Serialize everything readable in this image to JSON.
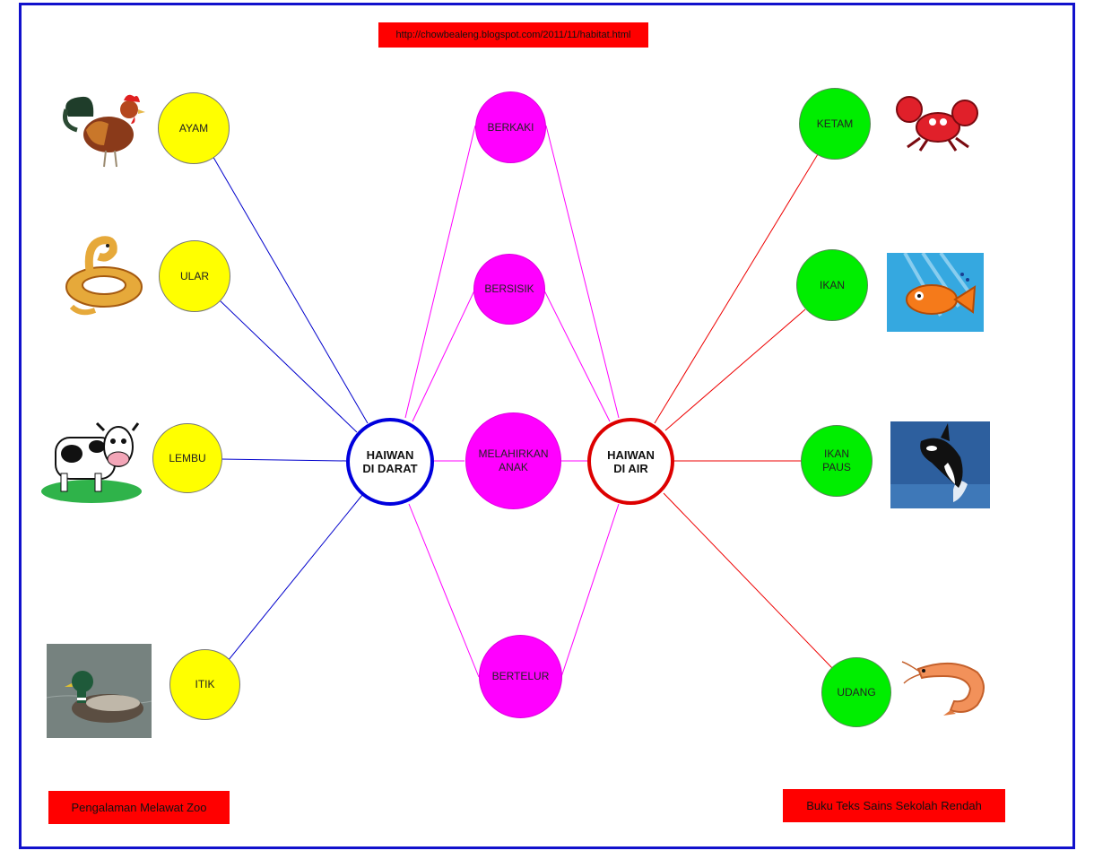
{
  "header_url": "http://chowbealeng.blogspot.com/2011/11/habitat.html",
  "hubs": {
    "land": {
      "line1": "HAIWAN",
      "line2": "DI DARAT",
      "color": "#0000dd"
    },
    "water": {
      "line1": "HAIWAN",
      "line2": "DI AIR",
      "color": "#dd0000"
    }
  },
  "land_animals": [
    "AYAM",
    "ULAR",
    "LEMBU",
    "ITIK"
  ],
  "traits": {
    "berkaki": "BERKAKI",
    "bersisik": "BERSISIK",
    "melahirkan_1": "MELAHIRKAN",
    "melahirkan_2": "ANAK",
    "bertelur": "BERTELUR"
  },
  "water_animals": {
    "ketam": "KETAM",
    "ikan": "IKAN",
    "paus_1": "IKAN",
    "paus_2": "PAUS",
    "udang": "UDANG"
  },
  "sources": {
    "left": "Pengalaman Melawat Zoo",
    "right": "Buku Teks Sains Sekolah Rendah"
  },
  "colors": {
    "land_node": "#ffff00",
    "trait_node": "#ff00ff",
    "water_node": "#00ee00",
    "land_line": "#0000cc",
    "trait_line": "#ff00ff",
    "water_line": "#ee0000",
    "label_box": "#ff0000",
    "frame": "#1111cc"
  }
}
